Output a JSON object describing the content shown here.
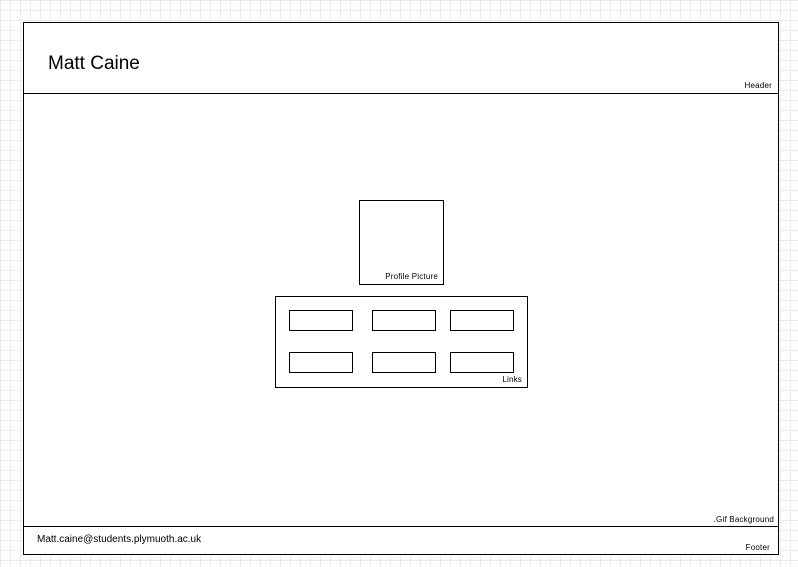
{
  "header": {
    "title": "Matt Caine",
    "label": "Header"
  },
  "background": {
    "label": ".Gif Background"
  },
  "profile": {
    "label": "Profile Picture"
  },
  "links": {
    "label": "Links",
    "slot_count": 6
  },
  "footer": {
    "email": "Matt.caine@students.plymuoth.ac.uk",
    "label": "Footer"
  }
}
